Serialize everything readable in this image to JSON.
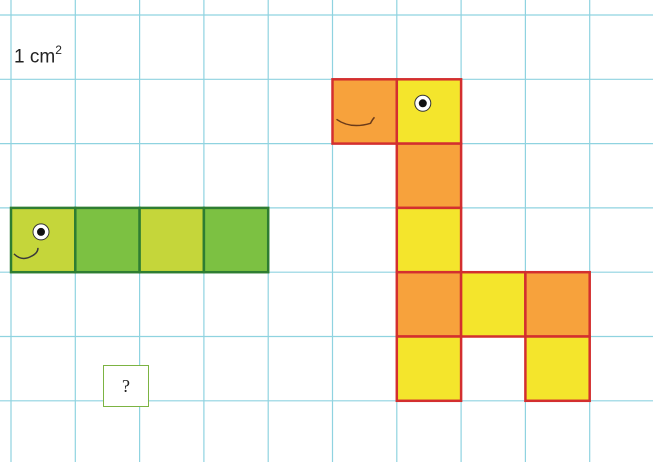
{
  "unit_label": {
    "text": "1 cm",
    "exponent": "2"
  },
  "answer_box": {
    "text": "?"
  },
  "grid": {
    "line_color": "#8fd3e0",
    "background": "#ffffff"
  },
  "caterpillar": {
    "outline_color": "#2e7d32",
    "cells": [
      {
        "col": 0,
        "row": 3,
        "fill": "#c5d63a",
        "face": true
      },
      {
        "col": 1,
        "row": 3,
        "fill": "#7cc142"
      },
      {
        "col": 2,
        "row": 3,
        "fill": "#c5d63a"
      },
      {
        "col": 3,
        "row": 3,
        "fill": "#7cc142"
      }
    ]
  },
  "giraffe": {
    "outline_color": "#d32f2f",
    "cells": [
      {
        "col": 5,
        "row": 1,
        "fill": "#f7a23c",
        "mouth": true
      },
      {
        "col": 6,
        "row": 1,
        "fill": "#f4e52c",
        "eye": true
      },
      {
        "col": 6,
        "row": 2,
        "fill": "#f7a23c"
      },
      {
        "col": 6,
        "row": 3,
        "fill": "#f4e52c"
      },
      {
        "col": 6,
        "row": 4,
        "fill": "#f7a23c"
      },
      {
        "col": 7,
        "row": 4,
        "fill": "#f4e52c"
      },
      {
        "col": 8,
        "row": 4,
        "fill": "#f7a23c"
      },
      {
        "col": 6,
        "row": 5,
        "fill": "#f4e52c"
      },
      {
        "col": 8,
        "row": 5,
        "fill": "#f4e52c"
      }
    ]
  }
}
